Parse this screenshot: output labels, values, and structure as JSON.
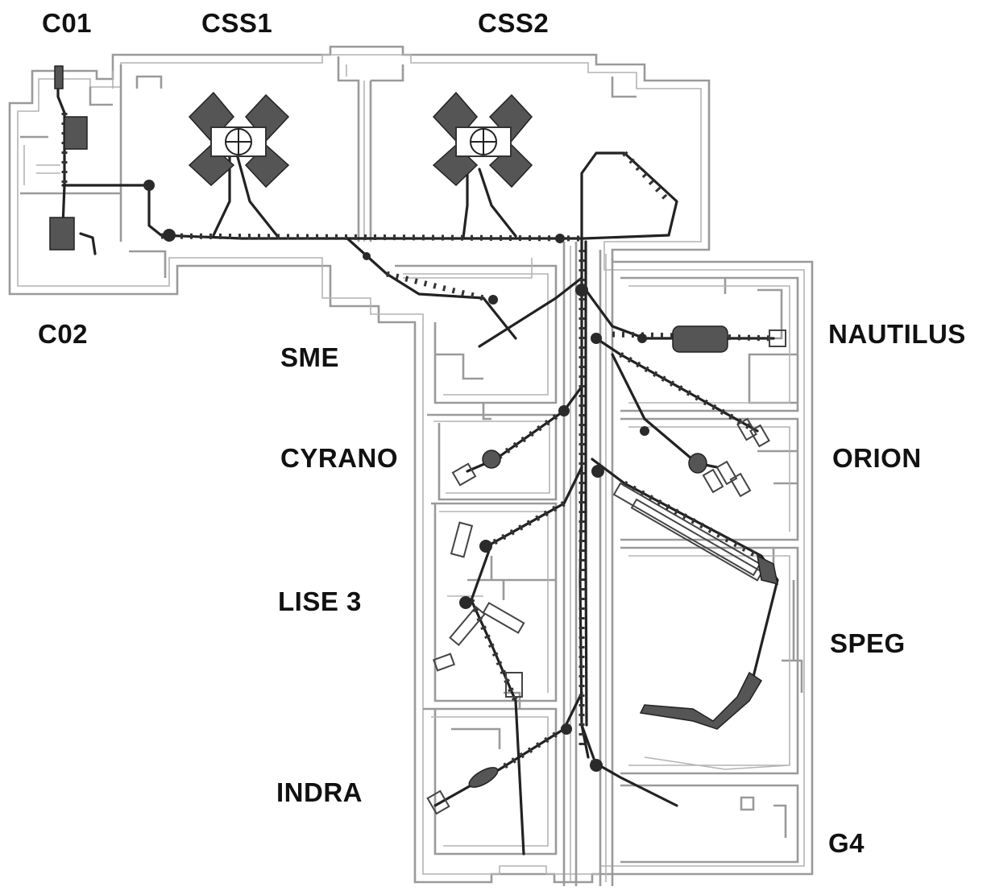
{
  "labels": {
    "c01": "C01",
    "c02": "C02",
    "css1": "CSS1",
    "css2": "CSS2",
    "sme": "SME",
    "cyrano": "CYRANO",
    "lise3": "LISE 3",
    "indra": "INDRA",
    "nautilus": "NAUTILUS",
    "orion": "ORION",
    "speg": "SPEG",
    "g4": "G4"
  },
  "colors": {
    "background": "#ffffff",
    "walls": "#9a9a9a",
    "beamline": "#222222",
    "text": "#111111"
  }
}
